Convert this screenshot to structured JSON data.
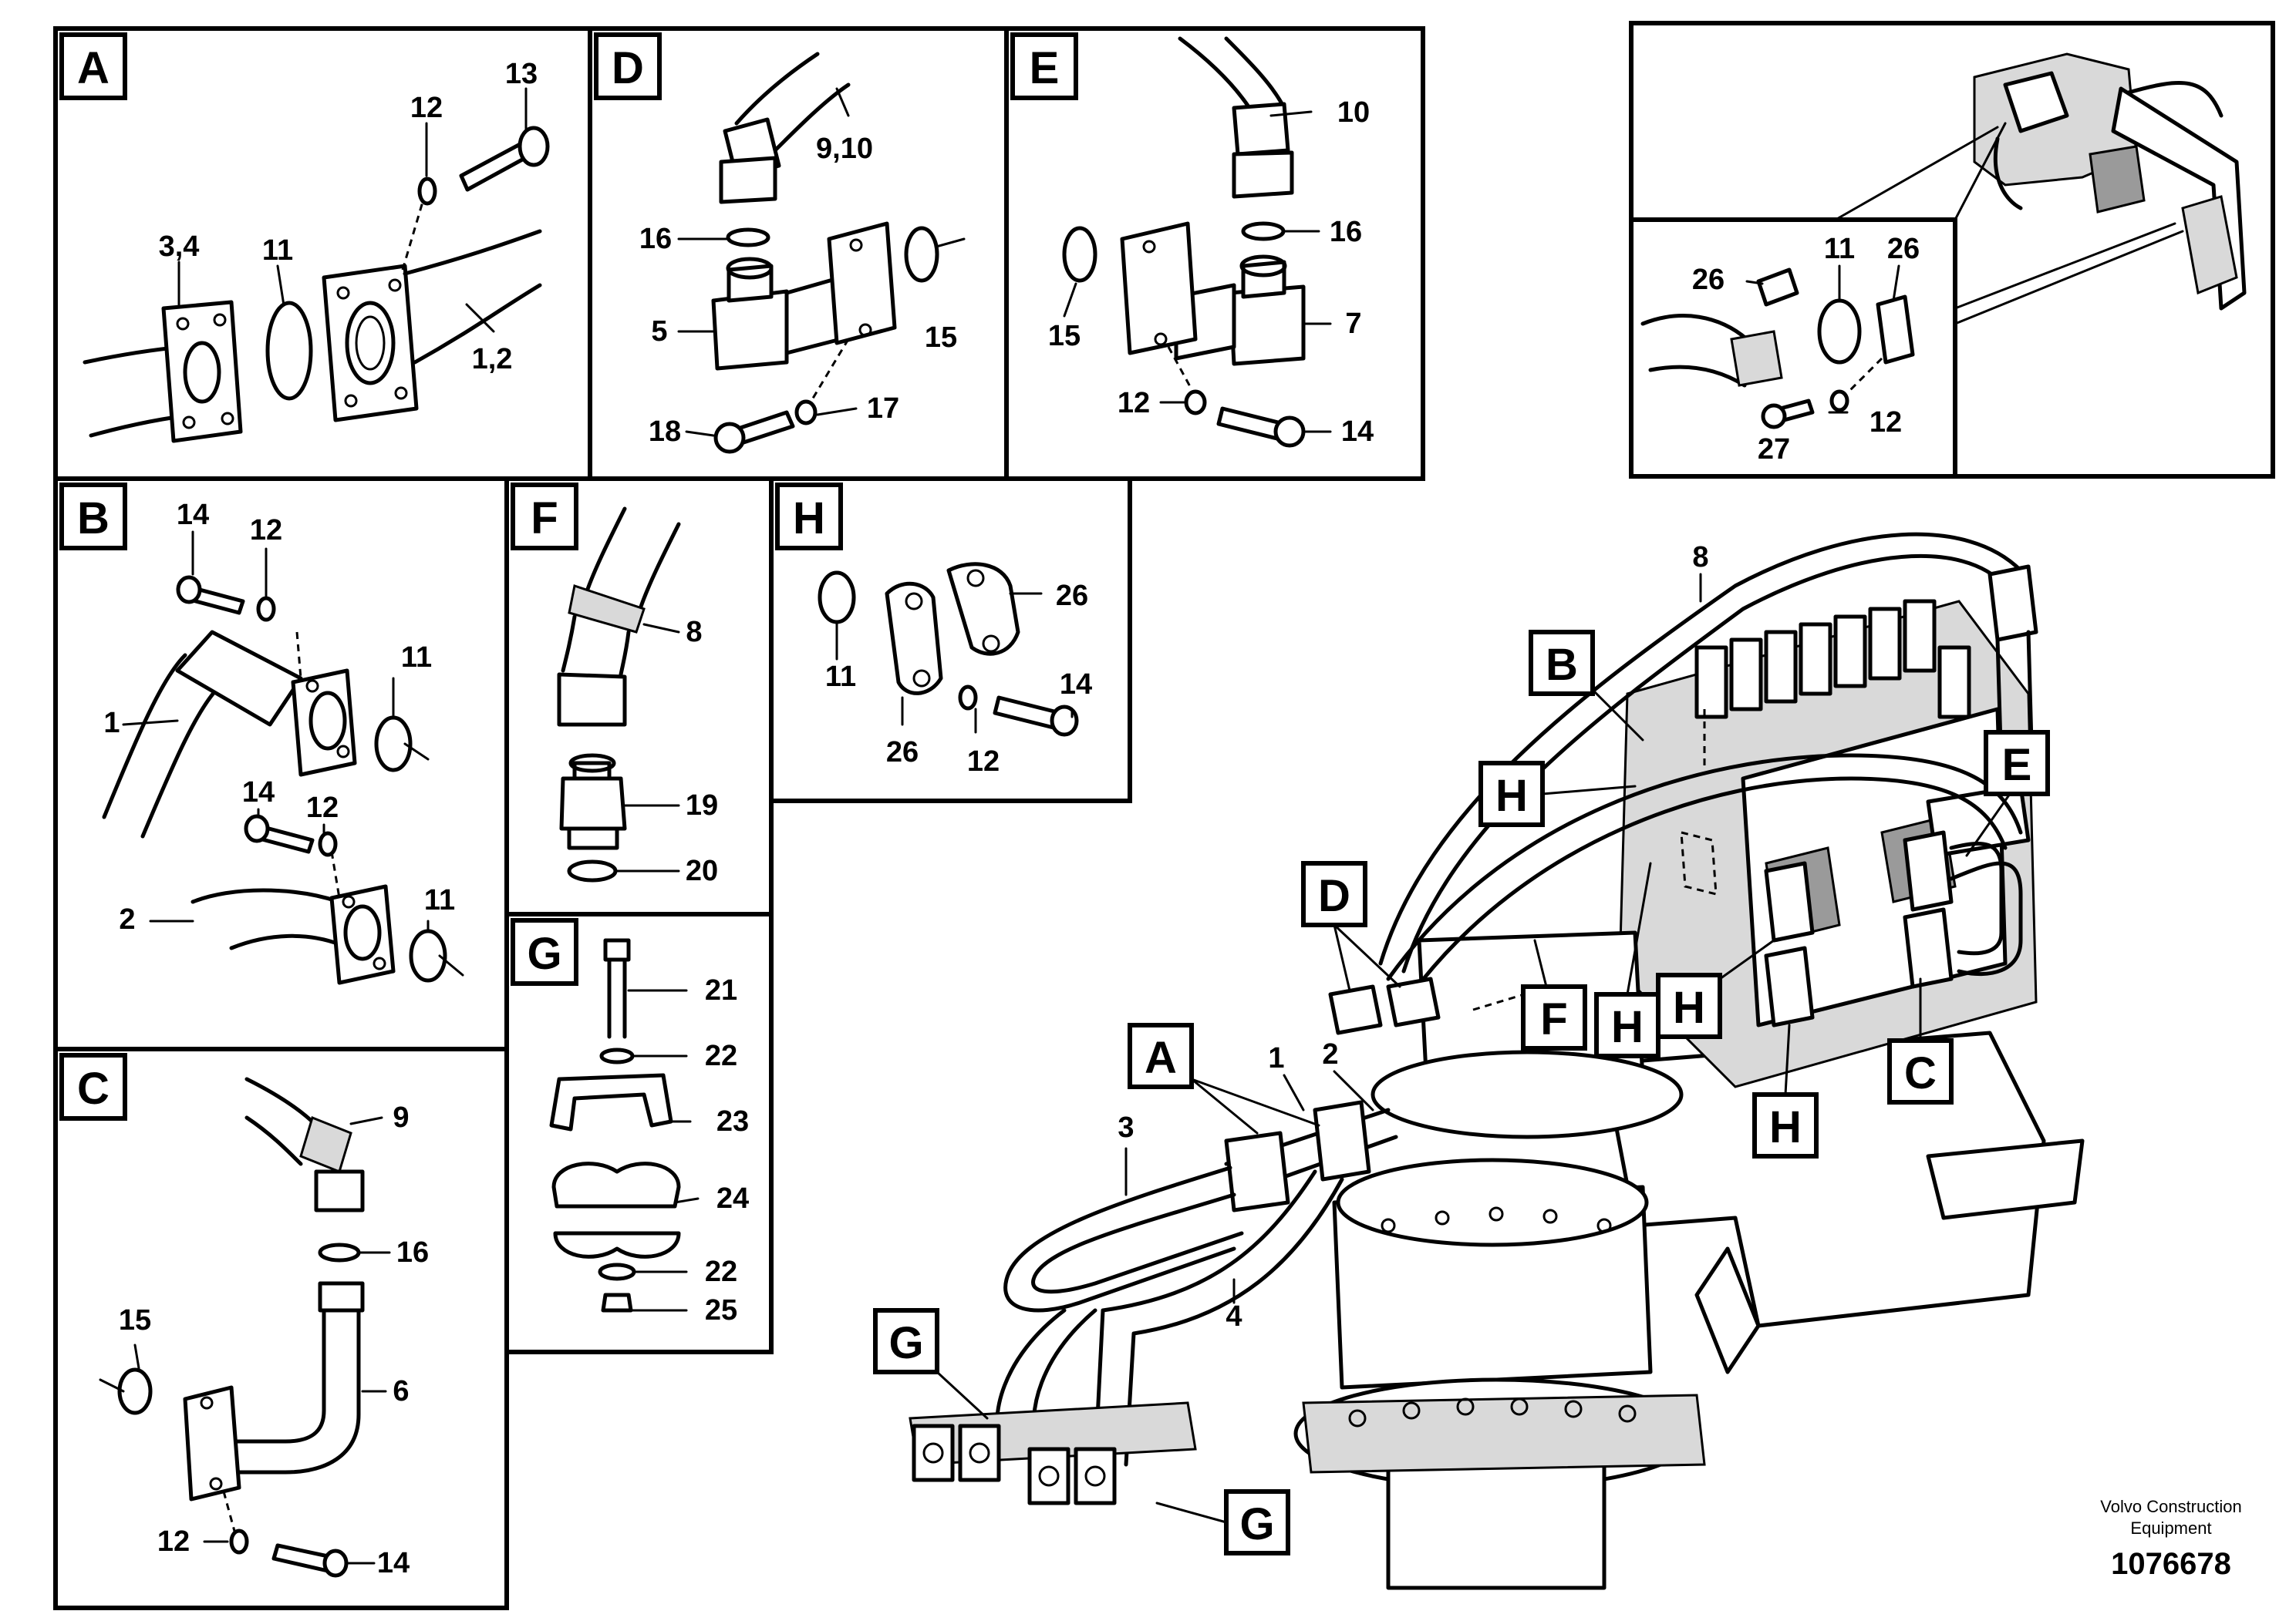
{
  "panels": {
    "A": {
      "letter": "A",
      "labels": [
        "13",
        "12",
        "3,4",
        "11",
        "1,2"
      ]
    },
    "D": {
      "letter": "D",
      "labels": [
        "9,10",
        "16",
        "5",
        "15",
        "18",
        "17"
      ]
    },
    "E": {
      "letter": "E",
      "labels": [
        "10",
        "16",
        "15",
        "7",
        "12",
        "14"
      ]
    },
    "B": {
      "letter": "B",
      "labels": [
        "14",
        "12",
        "11",
        "1",
        "14",
        "12",
        "11",
        "2"
      ]
    },
    "F": {
      "letter": "F",
      "labels": [
        "8",
        "19",
        "20"
      ]
    },
    "H": {
      "letter": "H",
      "labels": [
        "26",
        "11",
        "14",
        "26",
        "12"
      ]
    },
    "C": {
      "letter": "C",
      "labels": [
        "9",
        "16",
        "15",
        "6",
        "12",
        "14"
      ]
    },
    "G": {
      "letter": "G",
      "labels": [
        "21",
        "22",
        "23",
        "24",
        "22",
        "25"
      ]
    },
    "inset": {
      "labels": [
        "26",
        "11",
        "26",
        "27",
        "12"
      ]
    }
  },
  "main_view": {
    "callouts": [
      "A",
      "B",
      "C",
      "D",
      "E",
      "F",
      "G",
      "G",
      "H",
      "H",
      "H",
      "H"
    ],
    "labels": [
      "8",
      "1",
      "2",
      "3",
      "4"
    ]
  },
  "footer": {
    "brand_line1": "Volvo Construction",
    "brand_line2": "Equipment",
    "drawing_number": "1076678"
  }
}
